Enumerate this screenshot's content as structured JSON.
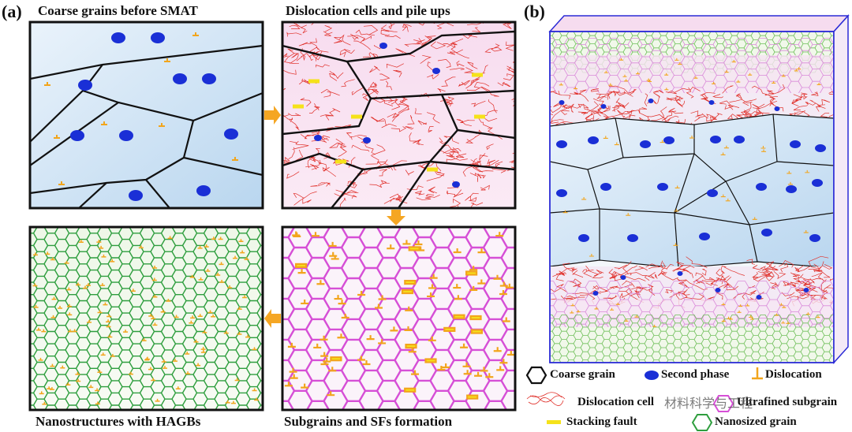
{
  "panel_a": {
    "letter": "(a)",
    "stage1": "Coarse grains before SMAT",
    "stage2": "Dislocation cells and pile ups",
    "stage3": "Subgrains and SFs formation",
    "stage4": "Nanostructures with HAGBs"
  },
  "panel_b": {
    "letter": "(b)"
  },
  "legend": {
    "coarse_grain": "Coarse grain",
    "second_phase": "Second phase",
    "dislocation": "Dislocation",
    "dislocation_cell": "Dislocation cell",
    "ultrafined_subgrain": "Ultrafined subgrain",
    "stacking_fault": "Stacking fault",
    "nanosized_grain": "Nanosized grain"
  },
  "watermark": "材料科学与工程",
  "colors": {
    "grain_fill": "#cfe3f4",
    "boundary": "#111111",
    "second_phase": "#1a2fd6",
    "dislocation": "#f2a51c",
    "dislocation_cell": "#e0302a",
    "subgrain": "#d64fd6",
    "stacking_fault": "#f5e21a",
    "nanograin": "#2e9e3e",
    "arrow": "#f5a623",
    "prism_edge": "#2b2bd6"
  }
}
